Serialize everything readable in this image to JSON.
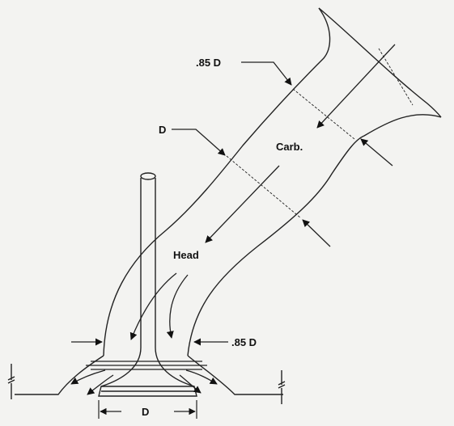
{
  "labels": {
    "top_085d": ".85 D",
    "d_left": "D",
    "carb": "Carb.",
    "head": "Head",
    "right_085d": ".85 D",
    "bottom_d": "D"
  }
}
